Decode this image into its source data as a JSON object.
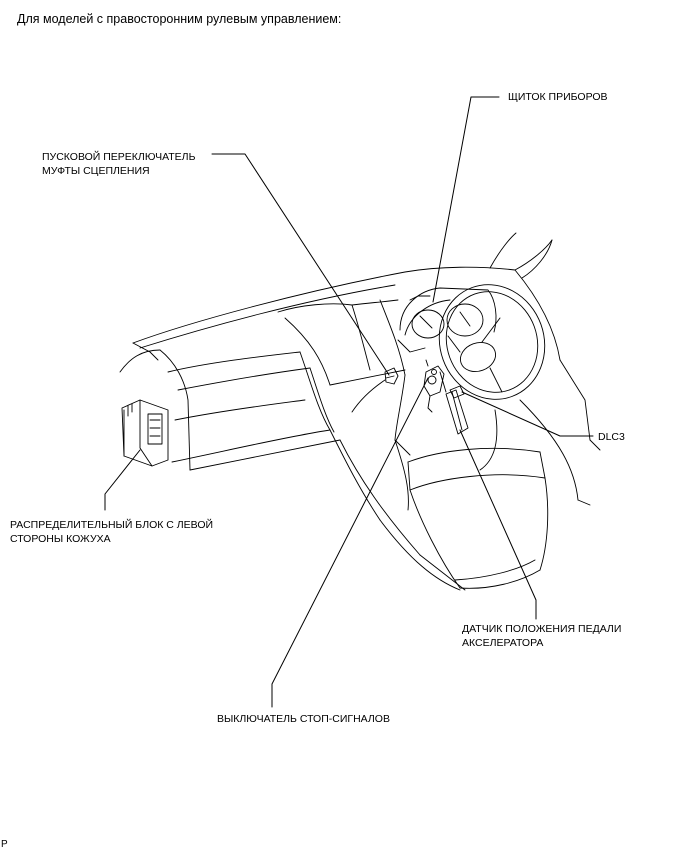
{
  "heading": "Для моделей с правосторонним рулевым управлением:",
  "labels": {
    "instrument_panel": "ЩИТОК ПРИБОРОВ",
    "clutch_switch_line1": "ПУСКОВОЙ ПЕРЕКЛЮЧАТЕЛЬ",
    "clutch_switch_line2": "МУФТЫ СЦЕПЛЕНИЯ",
    "dlc3": "DLC3",
    "junction_block_line1": "РАСПРЕДЕЛИТЕЛЬНЫЙ БЛОК С ЛЕВОЙ",
    "junction_block_line2": "СТОРОНЫ КОЖУХА",
    "pedal_sensor_line1": "ДАТЧИК ПОЛОЖЕНИЯ ПЕДАЛИ",
    "pedal_sensor_line2": "АКСЕЛЕРАТОРА",
    "stop_lamp_switch": "ВЫКЛЮЧАТЕЛЬ СТОП-СИГНАЛОВ"
  },
  "corner_mark": "P"
}
